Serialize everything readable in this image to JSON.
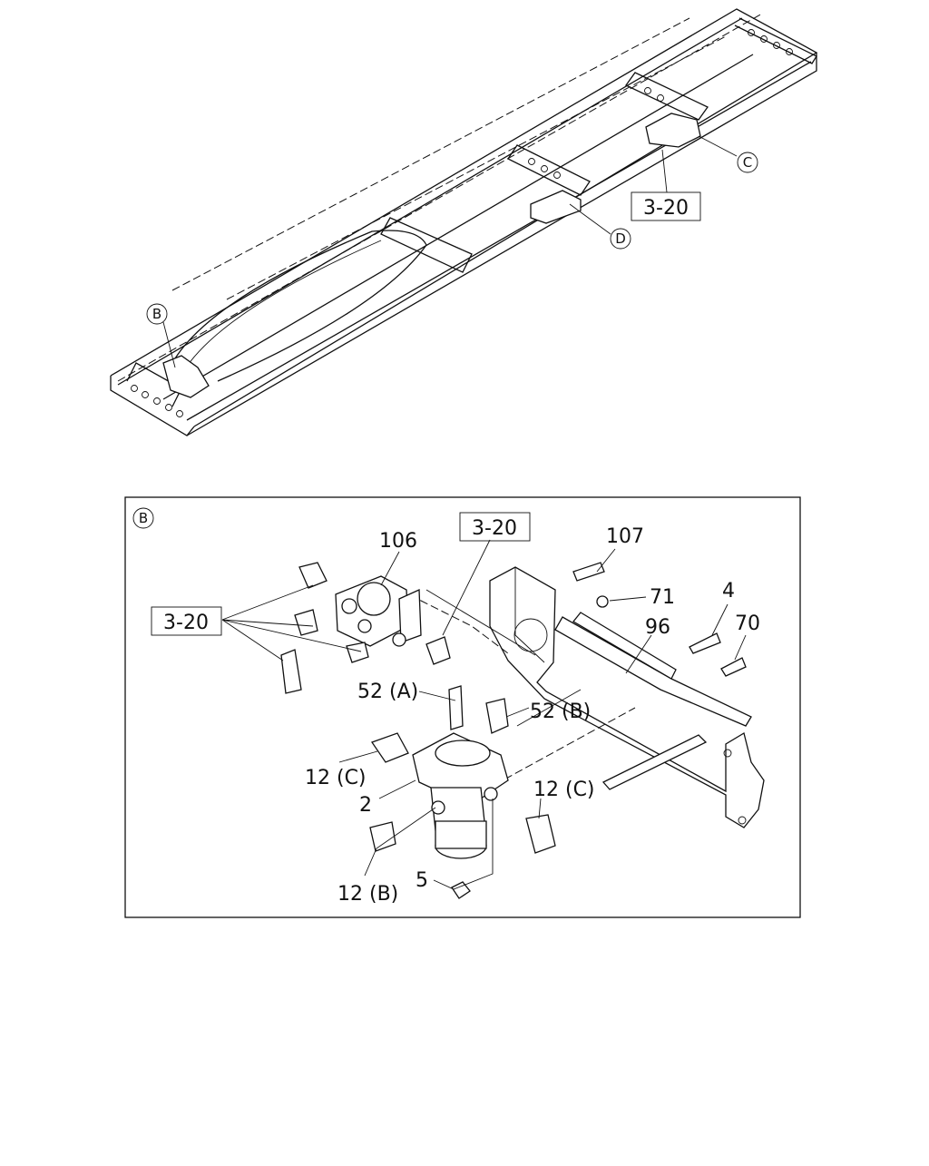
{
  "diagram": {
    "overview_callouts": {
      "b": "B",
      "c": "C",
      "d": "D",
      "ref": "3-20"
    },
    "detail": {
      "view_tag": "B",
      "labels": {
        "p106": "106",
        "ref_top": "3-20",
        "ref_left": "3-20",
        "p107": "107",
        "p71": "71",
        "p4": "4",
        "p70": "70",
        "p96": "96",
        "p52a": "52 (A)",
        "p52b": "52 (B)",
        "p12c_left": "12 (C)",
        "p12c_right": "12 (C)",
        "p2": "2",
        "p12b": "12 (B)",
        "p5": "5"
      }
    }
  }
}
